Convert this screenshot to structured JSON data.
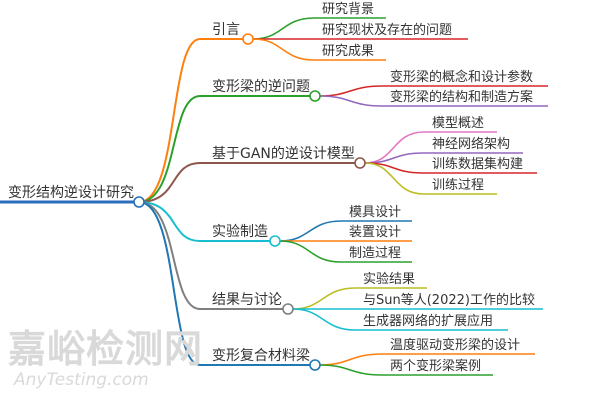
{
  "root": {
    "label": "变形结构逆设计研究",
    "color": "#2a6ebb"
  },
  "branches": [
    {
      "label": "引言",
      "color": "#ff7f0e",
      "children": [
        {
          "label": "研究背景",
          "color": "#2ca02c"
        },
        {
          "label": "研究现状及存在的问题",
          "color": "#d62728"
        },
        {
          "label": "研究成果",
          "color": "#ff7f0e"
        }
      ]
    },
    {
      "label": "变形梁的逆问题",
      "color": "#2ca02c",
      "children": [
        {
          "label": "变形梁的概念和设计参数",
          "color": "#d62728"
        },
        {
          "label": "变形梁的结构和制造方案",
          "color": "#9467bd"
        }
      ]
    },
    {
      "label": "基于GAN的逆设计模型",
      "color": "#8c564b",
      "children": [
        {
          "label": "模型概述",
          "color": "#e377c2"
        },
        {
          "label": "神经网络架构",
          "color": "#9467bd"
        },
        {
          "label": "训练数据集构建",
          "color": "#d62728"
        },
        {
          "label": "训练过程",
          "color": "#bcbd22"
        }
      ]
    },
    {
      "label": "实验制造",
      "color": "#17becf",
      "children": [
        {
          "label": "模具设计",
          "color": "#1f77b4"
        },
        {
          "label": "装置设计",
          "color": "#ff7f0e"
        },
        {
          "label": "制造过程",
          "color": "#2ca02c"
        }
      ]
    },
    {
      "label": "结果与讨论",
      "color": "#7f7f7f",
      "children": [
        {
          "label": "实验结果",
          "color": "#bcbd22"
        },
        {
          "label": "与Sun等人(2022)工作的比较",
          "color": "#17becf"
        },
        {
          "label": "生成器网络的扩展应用",
          "color": "#17becf"
        }
      ]
    },
    {
      "label": "变形复合材料梁",
      "color": "#1f77b4",
      "children": [
        {
          "label": "温度驱动变形梁的设计",
          "color": "#ff7f0e"
        },
        {
          "label": "两个变形梁案例",
          "color": "#2ca02c"
        }
      ]
    }
  ],
  "watermark": {
    "cn": "嘉峪检测网",
    "en": "AnyTesting.com"
  }
}
